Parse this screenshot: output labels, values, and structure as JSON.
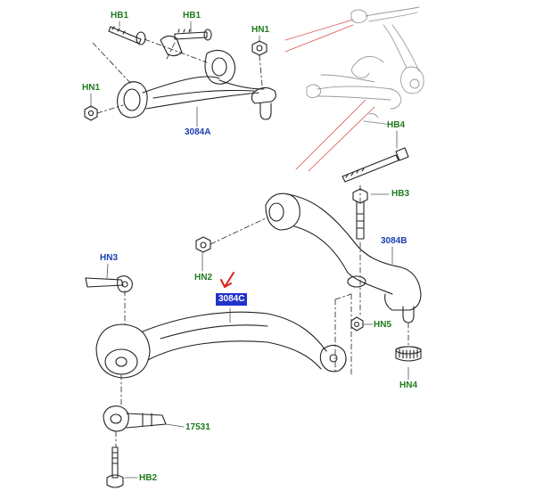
{
  "labels": {
    "hb1_a": "HB1",
    "hb1_b": "HB1",
    "hn1_a": "HN1",
    "hn1_b": "HN1",
    "part_3084a": "3084A",
    "hb4": "HB4",
    "hb3": "HB3",
    "part_3084b": "3084B",
    "hn2": "HN2",
    "hn3": "HN3",
    "part_3084c": "3084C",
    "hn5": "HN5",
    "hn4": "HN4",
    "part_17531": "17531",
    "hb2": "HB2"
  },
  "colors": {
    "hardware_label": "#1f7a1f",
    "part_label": "#1a3fb0",
    "selected_highlight": "#2233cc",
    "pointer_arrow": "#e0201a",
    "callout_lines": "#e05050"
  }
}
